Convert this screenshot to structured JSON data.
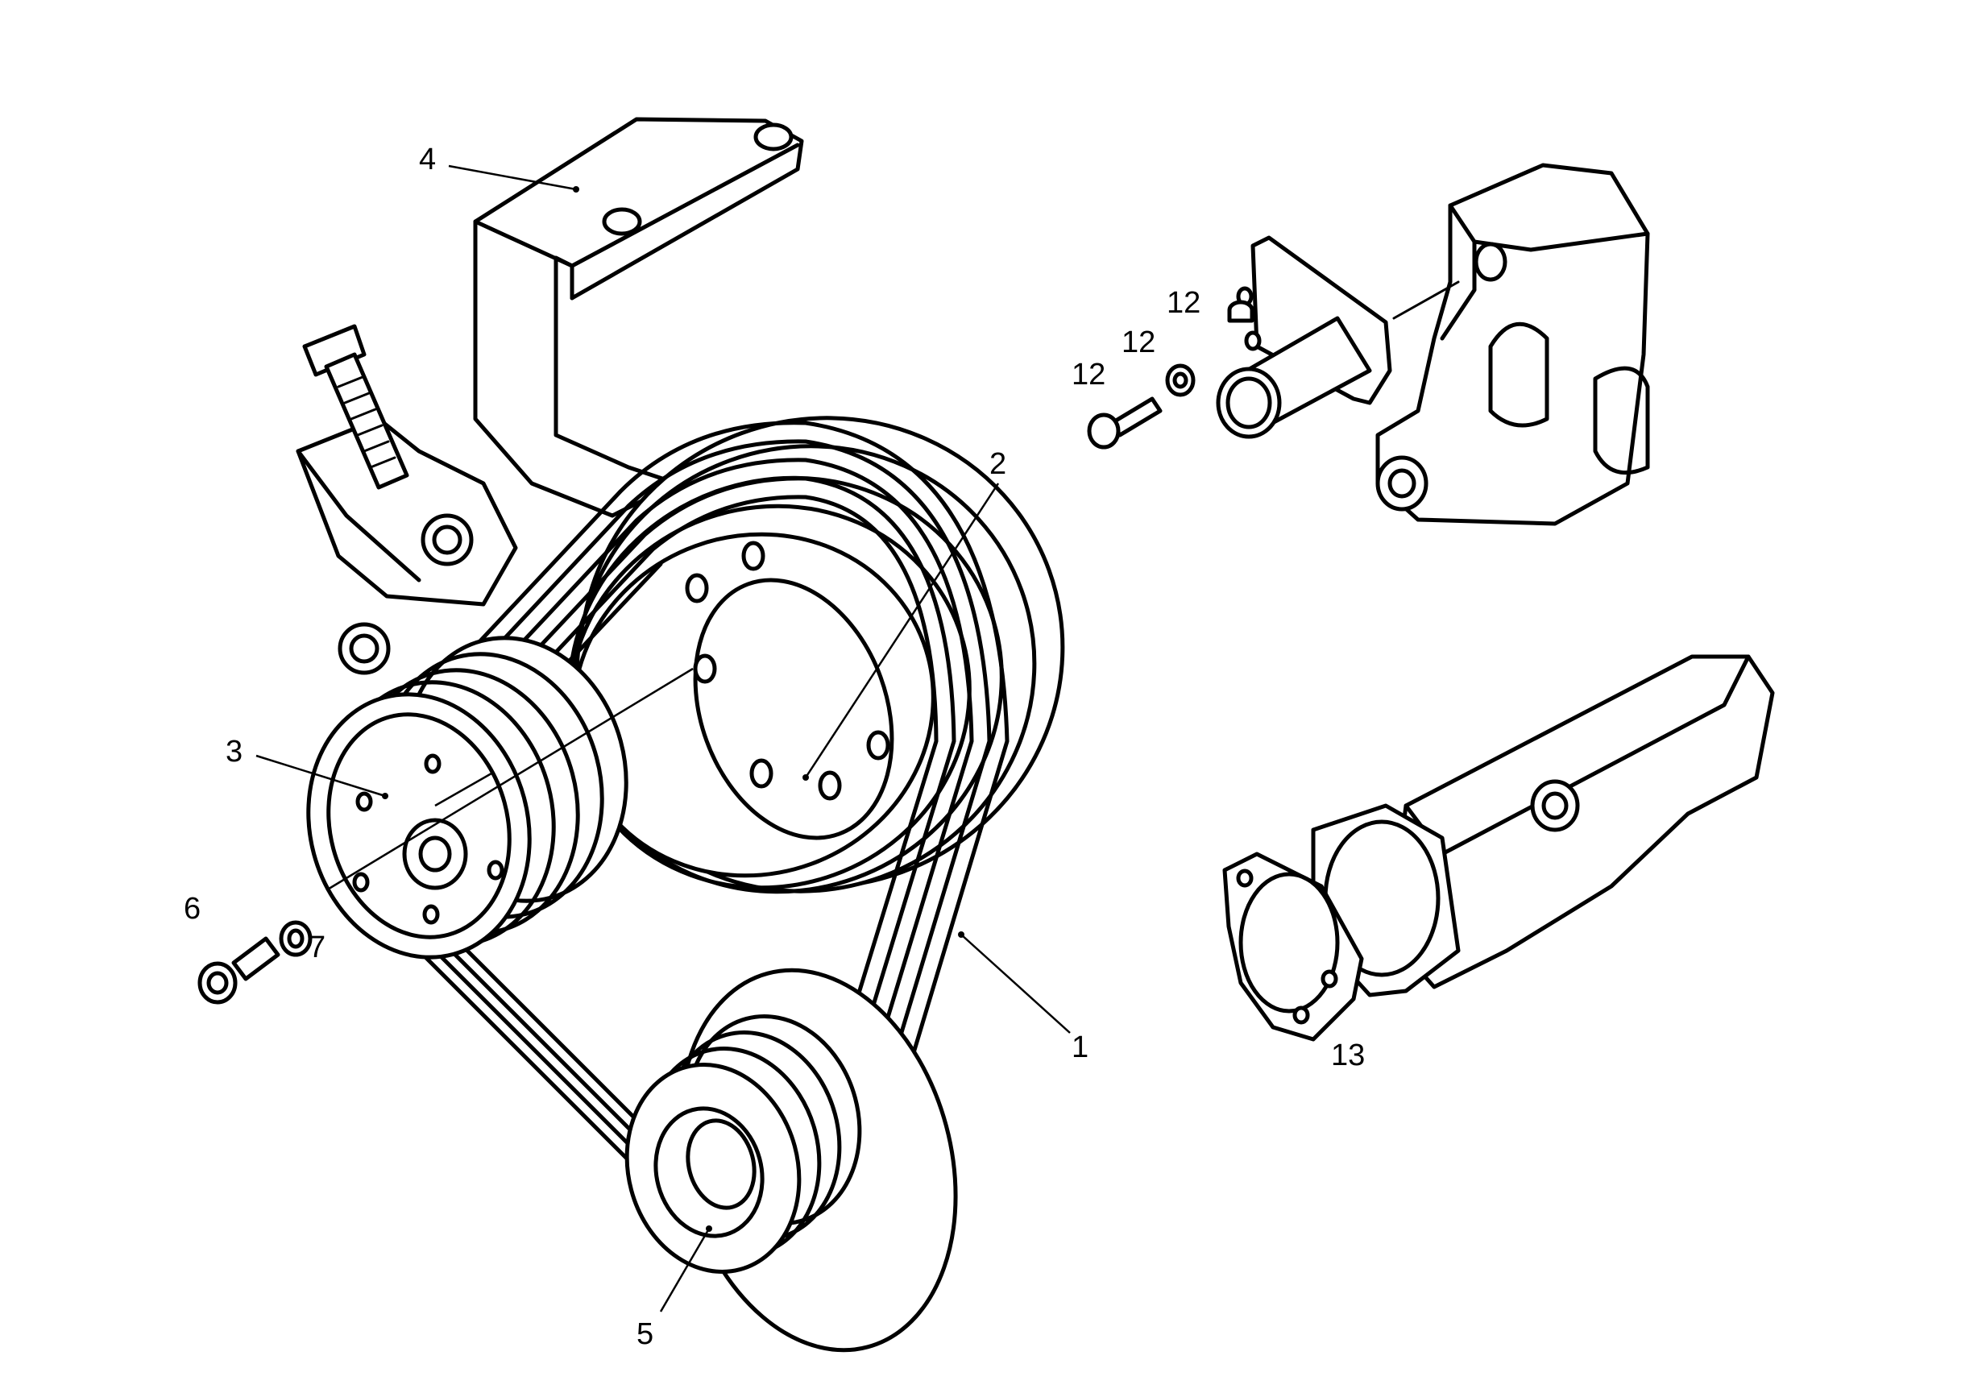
{
  "callouts": {
    "c1": "1",
    "c2": "2",
    "c3": "3",
    "c4": "4",
    "c5": "5",
    "c6": "6",
    "c7": "7",
    "c12a": "12",
    "c12b": "12",
    "c12c": "12",
    "c13": "13"
  },
  "colors": {
    "ink": "#000000",
    "paper": "#ffffff"
  }
}
